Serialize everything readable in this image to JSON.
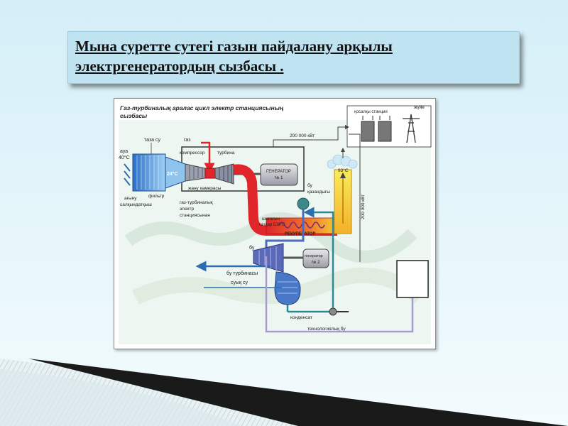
{
  "slide": {
    "title_line1": "Мына суретте сутегі газын пайдалану арқылы",
    "title_line2": "электргенератордың сызбасы ."
  },
  "diagram": {
    "heading_line1": "Газ-турбиналық аралас цикл электр станциясының",
    "heading_line2": "сызбасы",
    "labels": {
      "taza_su": "таза су",
      "gaz": "газ",
      "kompressor": "компрессор",
      "turbina": "турбина",
      "power_top": "200 000 кВт",
      "kosalky": "қосалқы станция",
      "juie": "жүйе",
      "aua_line1": "ауа",
      "aua_line2": "40°C",
      "temp_24": "24°C",
      "generator1_line1": "ГЕНЕРАТОР",
      "generator1_line2": "№ 1",
      "temp_93": "93°C",
      "janu_kamerasy": "жану камерасы",
      "filtr": "фильтр",
      "agyny_line1": "ағыну",
      "agyny_line2": "салқындатқыш",
      "bu_kazandygy_line1": "бу",
      "bu_kazandygy_line2": "қазандығы",
      "gtes_line1": "газ-турбиналық",
      "gtes_line2": "электр",
      "gtes_line3": "станциясынан",
      "gazdar_line1": "шығатын",
      "gazdar_line2": "газдар 538°С",
      "power_right": "200 000 кВт",
      "regenerator": "РЕКУПЕРАТОР",
      "bu": "бу",
      "generator2_line1": "генератор",
      "generator2_line2": "№ 2",
      "bu_turbinasy": "бу  турбинасы",
      "suyk_su": "суық су",
      "kondensat": "конденсат",
      "tekhnologiyalyk_bu": "технологиялық бу"
    }
  },
  "colors": {
    "slide_bg": "#d4eef7",
    "title_box": "#bfe3f1",
    "hot_red": "#e0262a",
    "exhaust_yellow": "#f6e23a",
    "steam_blue": "#4a6cc0",
    "water_teal": "#2a8a9a",
    "process_lilac": "#a79ad0"
  }
}
